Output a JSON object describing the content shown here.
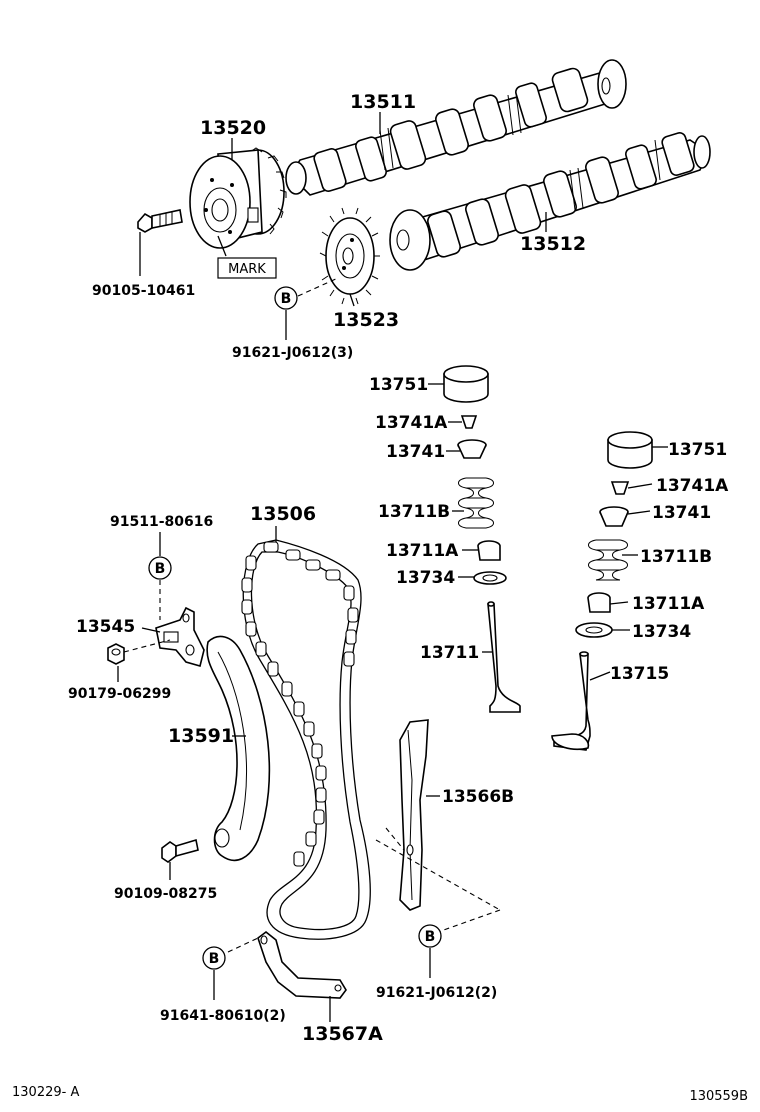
{
  "parts": {
    "p13511": "13511",
    "p13520": "13520",
    "p13512": "13512",
    "p90105": "90105-10461",
    "mark": "MARK",
    "p13523": "13523",
    "p91621_3": "91621-J0612(3)",
    "p13751_a": "13751",
    "p13741A_a": "13741A",
    "p13741_a": "13741",
    "p13711B_a": "13711B",
    "p13711A_a": "13711A",
    "p13734_a": "13734",
    "p13711": "13711",
    "p13751_b": "13751",
    "p13741A_b": "13741A",
    "p13741_b": "13741",
    "p13711B_b": "13711B",
    "p13711A_b": "13711A",
    "p13734_b": "13734",
    "p13715": "13715",
    "p91511": "91511-80616",
    "p13506": "13506",
    "p13545": "13545",
    "p90179": "90179-06299",
    "p13591": "13591",
    "p13566B": "13566B",
    "p90109": "90109-08275",
    "p91641": "91641-80610(2)",
    "p91621_2": "91621-J0612(2)",
    "p13567A": "13567A"
  },
  "callout_letter": "B",
  "footer": {
    "left_code": "130229- A",
    "right_code": "130559B"
  }
}
